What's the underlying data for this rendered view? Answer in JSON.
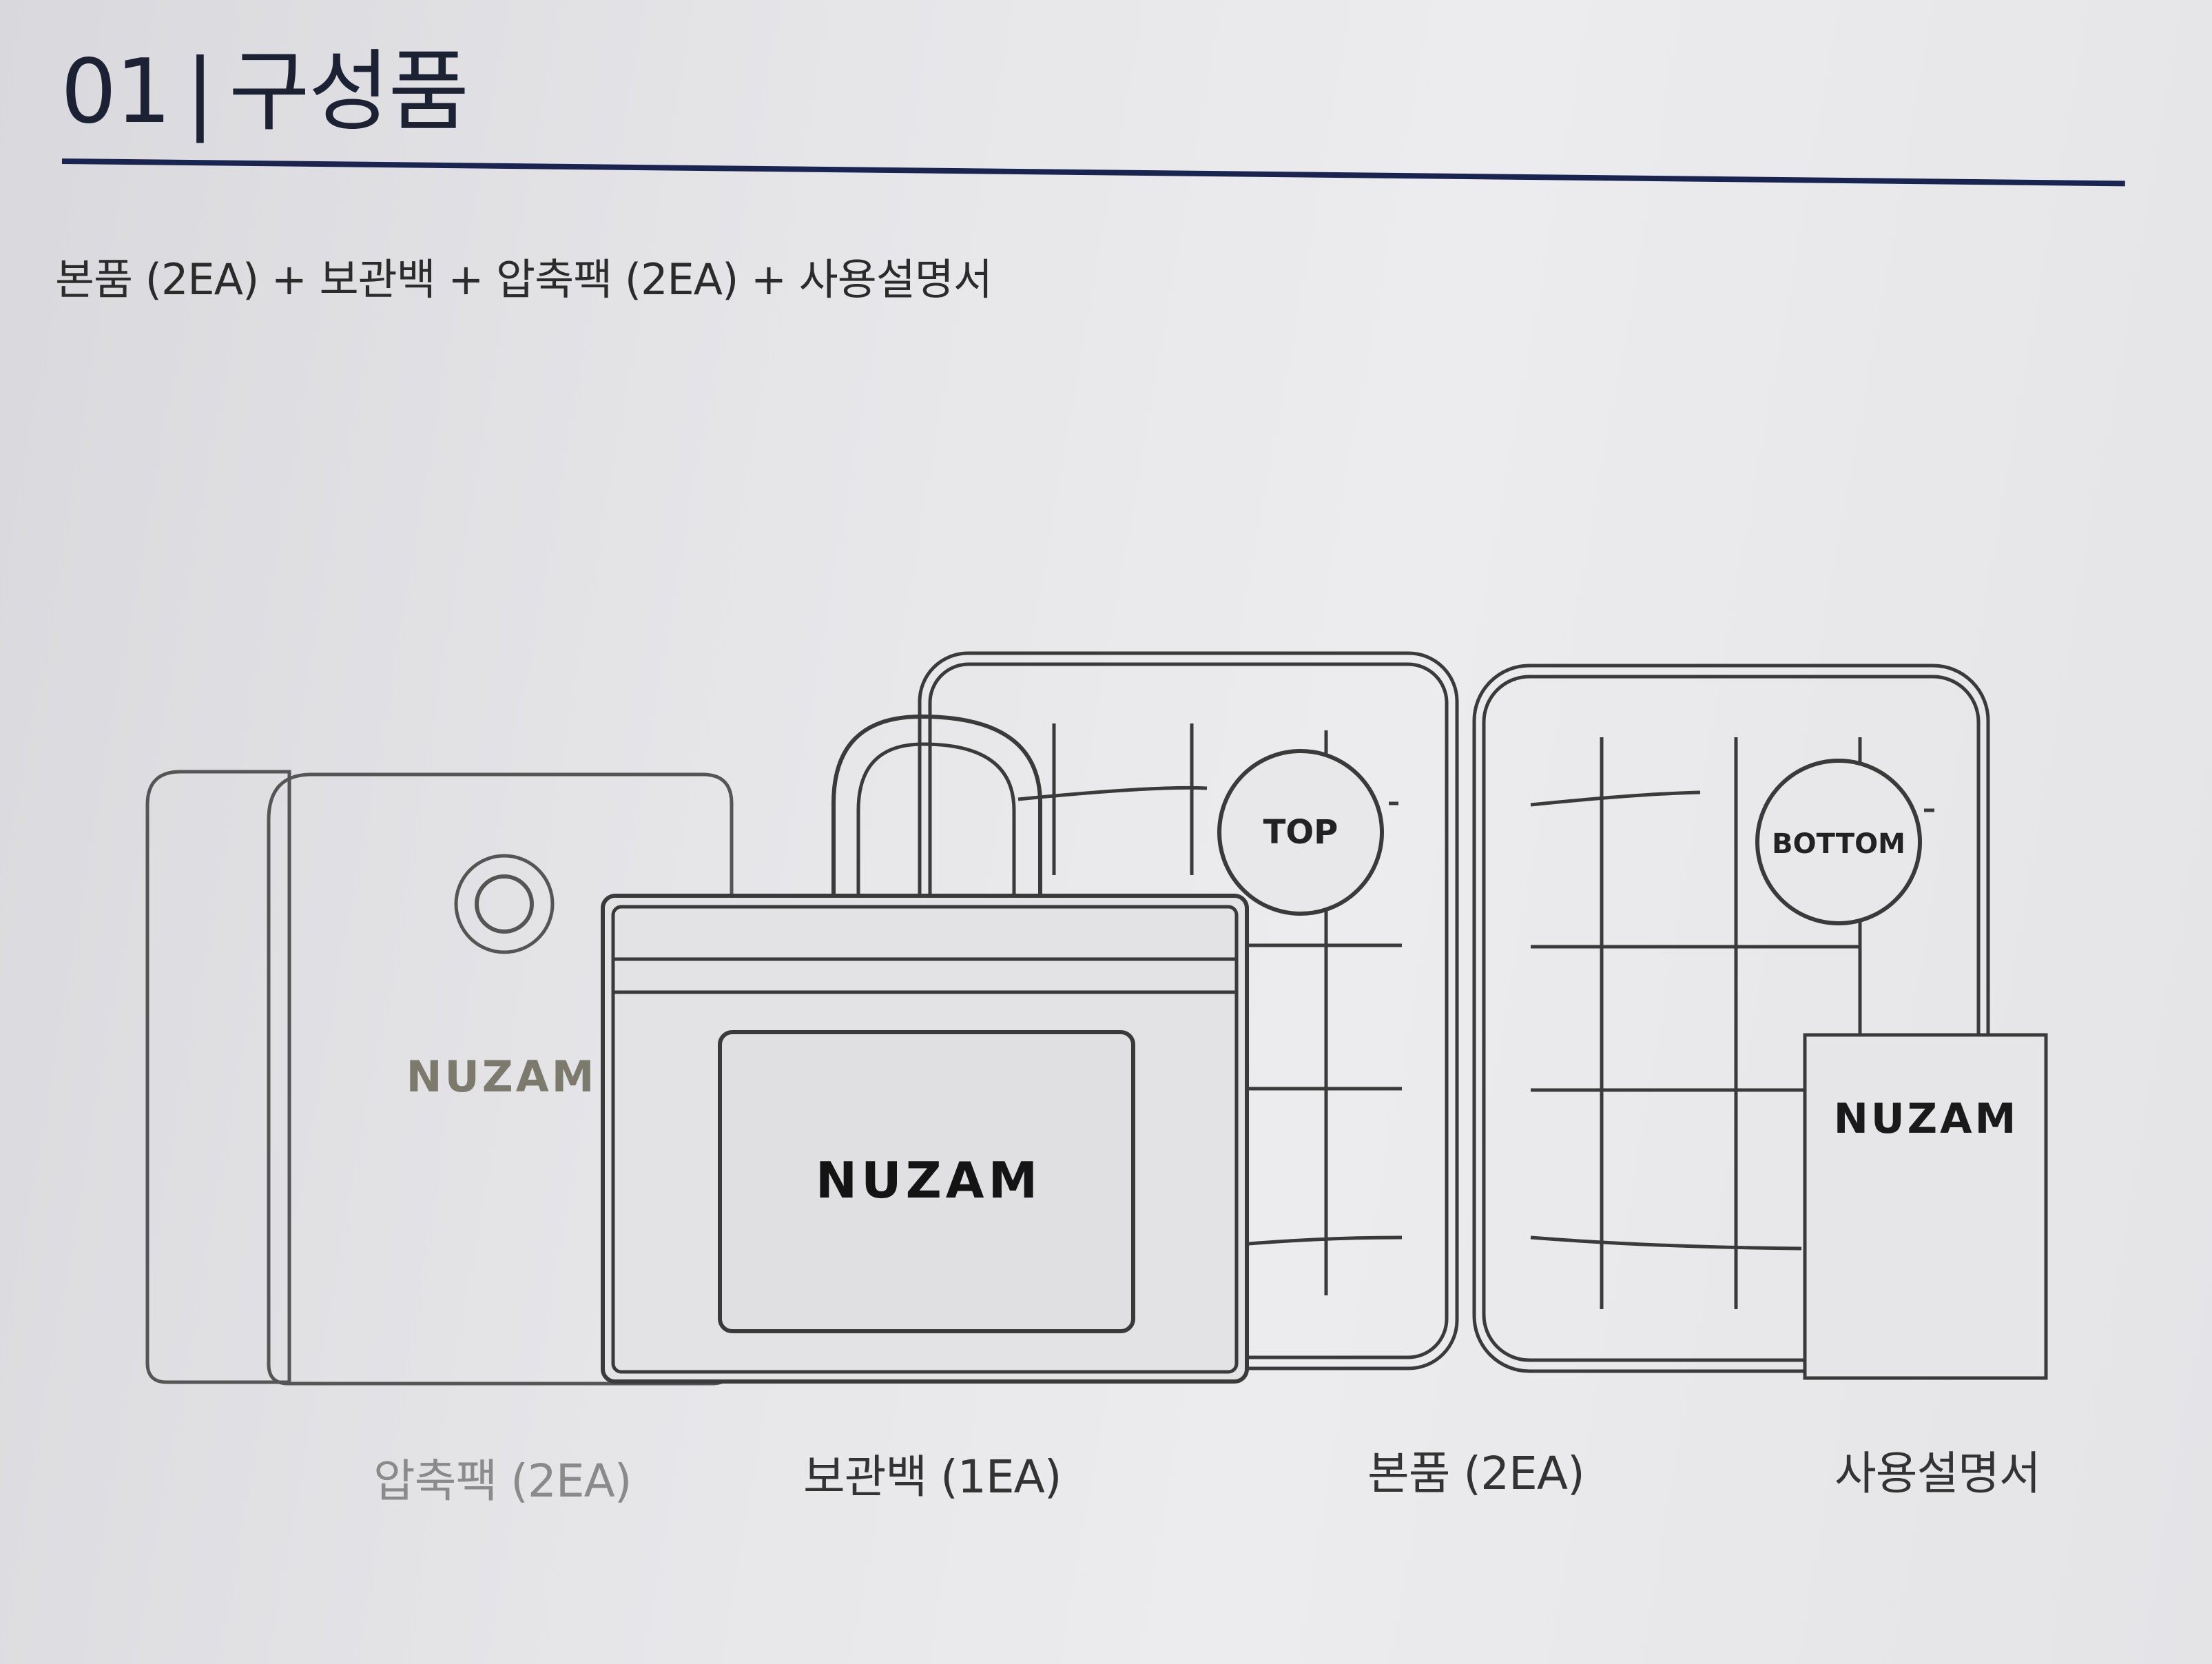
{
  "section": {
    "number": "01",
    "separator": "|",
    "title": "구성품"
  },
  "summary": "본품 (2EA) + 보관백 + 압축팩 (2EA) + 사용설명서",
  "illustration": {
    "brand": "NUZAM",
    "top_label": "TOP",
    "bottom_label": "BOTTOM"
  },
  "captions": {
    "pack": "압축팩 (2EA)",
    "bag": "보관백 (1EA)",
    "main": "본품 (2EA)",
    "manual": "사용설명서"
  },
  "colors": {
    "rule": "#1a2450",
    "line_art": "#3a3a3a"
  }
}
